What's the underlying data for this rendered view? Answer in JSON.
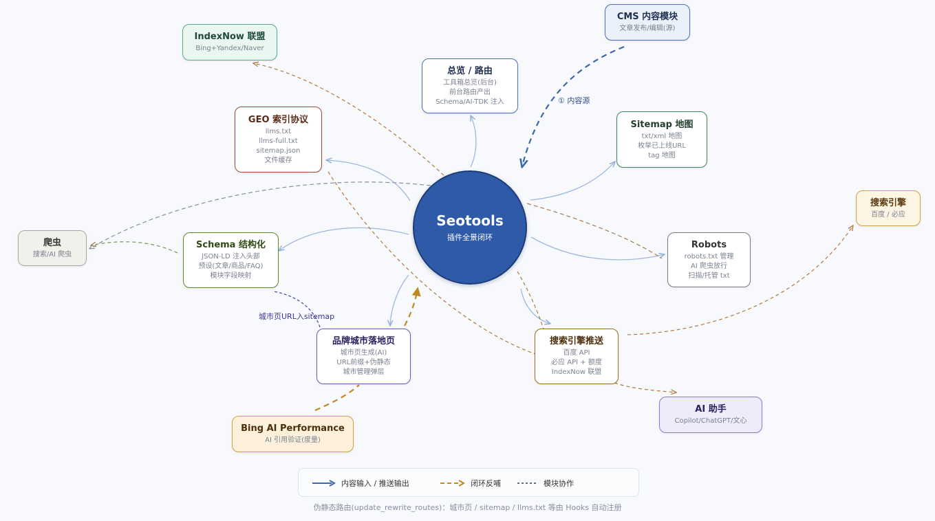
{
  "hub": {
    "title": "Seotools",
    "subtitle": "插件全景闭环"
  },
  "nodes": {
    "overview": {
      "title": "总览 / 路由",
      "lines": [
        "工具箱总览(后台)",
        "前台路由产出",
        "Schema/AI-TDK 注入"
      ]
    },
    "cms": {
      "title": "CMS 内容模块",
      "lines": [
        "文章发布/编辑(源)"
      ]
    },
    "indexnow": {
      "title": "IndexNow 联盟",
      "lines": [
        "Bing+Yandex/Naver"
      ]
    },
    "geo": {
      "title": "GEO 索引协议",
      "lines": [
        "llms.txt",
        "llms-full.txt",
        "sitemap.json",
        "文件缓存"
      ]
    },
    "sitemap": {
      "title": "Sitemap 地图",
      "lines": [
        "txt/xml 地图",
        "枚举已上线URL",
        "tag 地图"
      ]
    },
    "searchengine": {
      "title": "搜索引擎",
      "lines": [
        "百度 / 必应"
      ]
    },
    "crawler": {
      "title": "爬虫",
      "lines": [
        "搜索/AI 爬虫"
      ]
    },
    "schema": {
      "title": "Schema 结构化",
      "lines": [
        "JSON-LD 注入头部",
        "预设(文章/商品/FAQ)",
        "模块字段映射"
      ]
    },
    "robots": {
      "title": "Robots",
      "lines": [
        "robots.txt 管理",
        "AI 爬虫放行",
        "扫描/托管 txt"
      ]
    },
    "city": {
      "title": "品牌城市落地页",
      "lines": [
        "城市页生成(AI)",
        "URL前缀+伪静态",
        "城市管理弹层"
      ]
    },
    "push": {
      "title": "搜索引擎推送",
      "lines": [
        "百度 API",
        "必应 API + 额度",
        "IndexNow 联盟"
      ]
    },
    "assistant": {
      "title": "AI 助手",
      "lines": [
        "Copilot/ChatGPT/文心"
      ]
    },
    "bing": {
      "title": "Bing AI Performance",
      "lines": [
        "AI 引用验证(度量)"
      ]
    }
  },
  "edge_labels": {
    "content_source": "① 内容源",
    "city_sitemap": "城市页URL入sitemap"
  },
  "legend": {
    "input_output": "内容输入 / 推送输出",
    "feedback": "闭环反哺",
    "collab": "模块协作"
  },
  "footer": "伪静态路由(update_rewrite_routes)：城市页 / sitemap / llms.txt 等由 Hooks 自动注册",
  "colors": {
    "hub": "#2e5aa8",
    "solid_arrow": "#9db8dc",
    "cms_arrow": "#3c67a8",
    "feedback_arrow": "#b07a3c",
    "collab_line": "#8a8f99",
    "city_link": "#4a45a0"
  }
}
